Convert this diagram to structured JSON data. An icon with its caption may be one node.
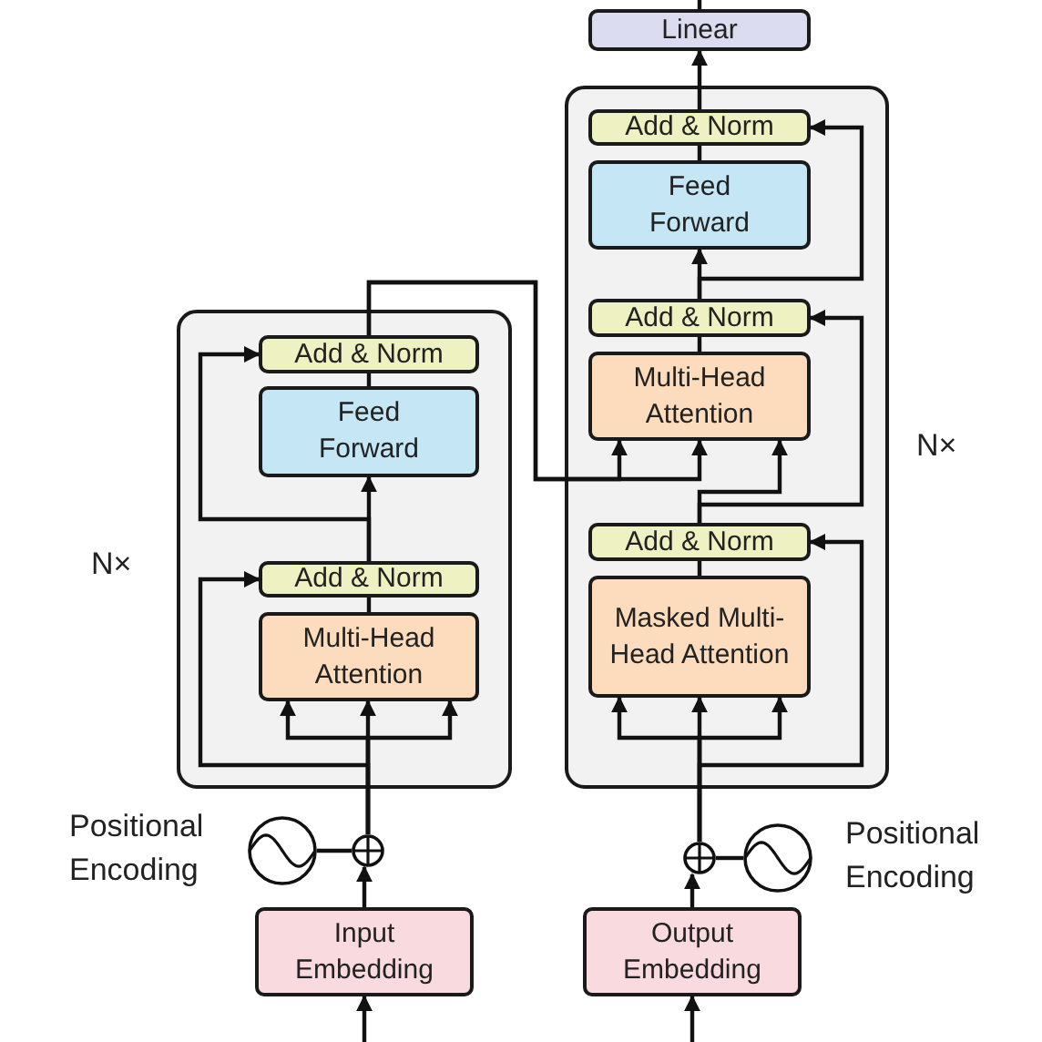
{
  "diagram": {
    "nodes": [
      {
        "text": [],
        "shape": "box",
        "beside": [
          "N×"
        ]
      },
      {
        "text": [
          "Add & Norm"
        ],
        "in": 0
      },
      {
        "text": [
          "Feed Forward"
        ],
        "in": 0
      },
      {
        "text": [
          "Add & Norm"
        ],
        "in": 0
      },
      {
        "text": [
          "Multi-Head Attention"
        ],
        "in": 0
      },
      {
        "text": [],
        "shape": "box",
        "beside": [
          "N×"
        ]
      },
      {
        "text": [
          "Add & Norm"
        ],
        "in": 5
      },
      {
        "text": [
          "Feed Forward"
        ],
        "in": 5
      },
      {
        "text": [
          "Add & Norm"
        ],
        "in": 5
      },
      {
        "text": [
          "Multi-Head Attention"
        ],
        "in": 5
      },
      {
        "text": [
          "Add & Norm"
        ],
        "in": 5
      },
      {
        "text": [
          "Masked Multi-Head Attention"
        ],
        "in": 5
      },
      {
        "text": [
          "Linear"
        ]
      },
      {
        "text": [
          "Input Embedding"
        ]
      },
      {
        "text": [
          "Output Embedding"
        ]
      },
      {
        "text": [],
        "shape": "circle"
      },
      {
        "text": [],
        "shape": "circle",
        "beside": [
          "Positional Encoding"
        ]
      },
      {
        "text": [],
        "shape": "circle"
      },
      {
        "text": [],
        "shape": "circle",
        "beside": [
          "Positional Encoding"
        ]
      }
    ],
    "edges": [
      {
        "from": null,
        "to": 13,
        "arrow": "to"
      },
      {
        "from": 13,
        "to": 15,
        "arrow": "to"
      },
      {
        "from": 16,
        "to": 15,
        "arrow": "none"
      },
      {
        "from": 15,
        "to": 4,
        "arrow": "to"
      },
      {
        "from": 15,
        "to": 4,
        "arrow": "to"
      },
      {
        "from": 15,
        "to": 4,
        "arrow": "to"
      },
      {
        "from": 15,
        "to": 3,
        "arrow": "to"
      },
      {
        "from": 4,
        "to": 3,
        "arrow": "none"
      },
      {
        "from": 3,
        "to": 2,
        "arrow": "to"
      },
      {
        "from": 3,
        "to": 1,
        "arrow": "to"
      },
      {
        "from": 2,
        "to": 1,
        "arrow": "none"
      },
      {
        "from": 1,
        "to": 9,
        "arrow": "to"
      },
      {
        "from": 1,
        "to": 9,
        "arrow": "to"
      },
      {
        "from": null,
        "to": 14,
        "arrow": "to"
      },
      {
        "from": 14,
        "to": 17,
        "arrow": "to"
      },
      {
        "from": 18,
        "to": 17,
        "arrow": "none"
      },
      {
        "from": 17,
        "to": 11,
        "arrow": "to"
      },
      {
        "from": 17,
        "to": 11,
        "arrow": "to"
      },
      {
        "from": 17,
        "to": 11,
        "arrow": "to"
      },
      {
        "from": 17,
        "to": 10,
        "arrow": "to"
      },
      {
        "from": 11,
        "to": 10,
        "arrow": "none"
      },
      {
        "from": 10,
        "to": 9,
        "arrow": "to"
      },
      {
        "from": 10,
        "to": 8,
        "arrow": "to"
      },
      {
        "from": 9,
        "to": 8,
        "arrow": "none"
      },
      {
        "from": 8,
        "to": 7,
        "arrow": "to"
      },
      {
        "from": 8,
        "to": 6,
        "arrow": "to"
      },
      {
        "from": 7,
        "to": 6,
        "arrow": "none"
      },
      {
        "from": 6,
        "to": 12,
        "arrow": "to"
      },
      {
        "from": 12,
        "to": null,
        "arrow": "none"
      }
    ]
  }
}
